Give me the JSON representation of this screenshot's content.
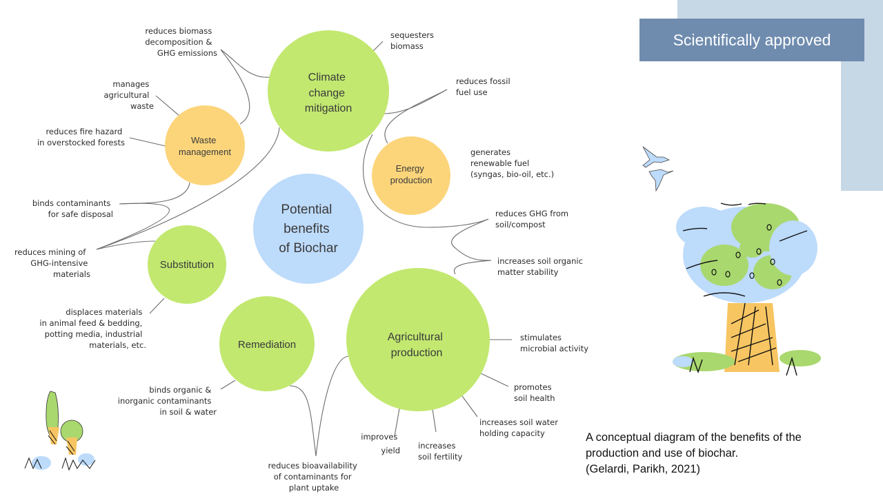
{
  "banner": {
    "label": "Scientifically approved"
  },
  "colors": {
    "green_node": "#c2e870",
    "orange_node": "#fcd57b",
    "blue_node": "#bddbfb",
    "banner_bg": "#6f8caf",
    "accent_rect": "#c6d7e6"
  },
  "diagram": {
    "center": {
      "lines": [
        "Potential",
        "benefits",
        "of Biochar"
      ]
    },
    "nodes": [
      {
        "id": "climate",
        "lines": [
          "Climate",
          "change",
          "mitigation"
        ],
        "color": "green",
        "benefits": [
          {
            "lines": [
              "reduces biomass",
              "decomposition &",
              "GHG emissions"
            ]
          },
          {
            "lines": [
              "sequesters",
              "biomass"
            ]
          },
          {
            "lines": [
              "reduces fossil",
              "fuel use"
            ]
          },
          {
            "lines": [
              "reduces GHG from",
              "soil/compost"
            ]
          },
          {
            "lines": [
              "increases soil organic",
              "matter stability"
            ]
          }
        ]
      },
      {
        "id": "waste",
        "lines": [
          "Waste",
          "management"
        ],
        "color": "orange",
        "benefits": [
          {
            "lines": [
              "manages",
              "agricultural",
              "waste"
            ]
          },
          {
            "lines": [
              "reduces fire hazard",
              "in overstocked forests"
            ]
          },
          {
            "lines": [
              "binds contaminants",
              "for safe disposal"
            ]
          }
        ]
      },
      {
        "id": "energy",
        "lines": [
          "Energy",
          "production"
        ],
        "color": "orange",
        "benefits": [
          {
            "lines": [
              "generates",
              "renewable fuel",
              "(syngas, bio-oil, etc.)"
            ]
          }
        ]
      },
      {
        "id": "substitution",
        "lines": [
          "Substitution"
        ],
        "color": "green",
        "benefits": [
          {
            "lines": [
              "reduces mining of",
              "GHG-intensive",
              "materials"
            ]
          },
          {
            "lines": [
              "displaces materials",
              "in animal feed & bedding,",
              "potting media, industrial",
              "materials, etc."
            ]
          }
        ]
      },
      {
        "id": "remediation",
        "lines": [
          "Remediation"
        ],
        "color": "green",
        "benefits": [
          {
            "lines": [
              "binds organic &",
              "inorganic contaminants",
              "in soil & water"
            ]
          },
          {
            "lines": [
              "reduces bioavailability",
              "of contaminants for",
              "plant uptake"
            ]
          }
        ]
      },
      {
        "id": "agriculture",
        "lines": [
          "Agricultural",
          "production"
        ],
        "color": "green",
        "benefits": [
          {
            "lines": [
              "stimulates",
              "microbial activity"
            ]
          },
          {
            "lines": [
              "promotes",
              "soil health"
            ]
          },
          {
            "lines": [
              "increases soil water",
              "holding capacity"
            ]
          },
          {
            "lines": [
              "increases",
              "soil fertility"
            ]
          },
          {
            "lines": [
              "improves",
              "yield"
            ]
          }
        ]
      }
    ]
  },
  "caption": {
    "lines": [
      "A conceptual diagram of the benefits of the",
      "production and use of biochar.",
      "(Gelardi, Parikh, 2021)"
    ]
  },
  "illustrations": [
    "birds-icon",
    "tree-icon",
    "small-trees-icon"
  ]
}
